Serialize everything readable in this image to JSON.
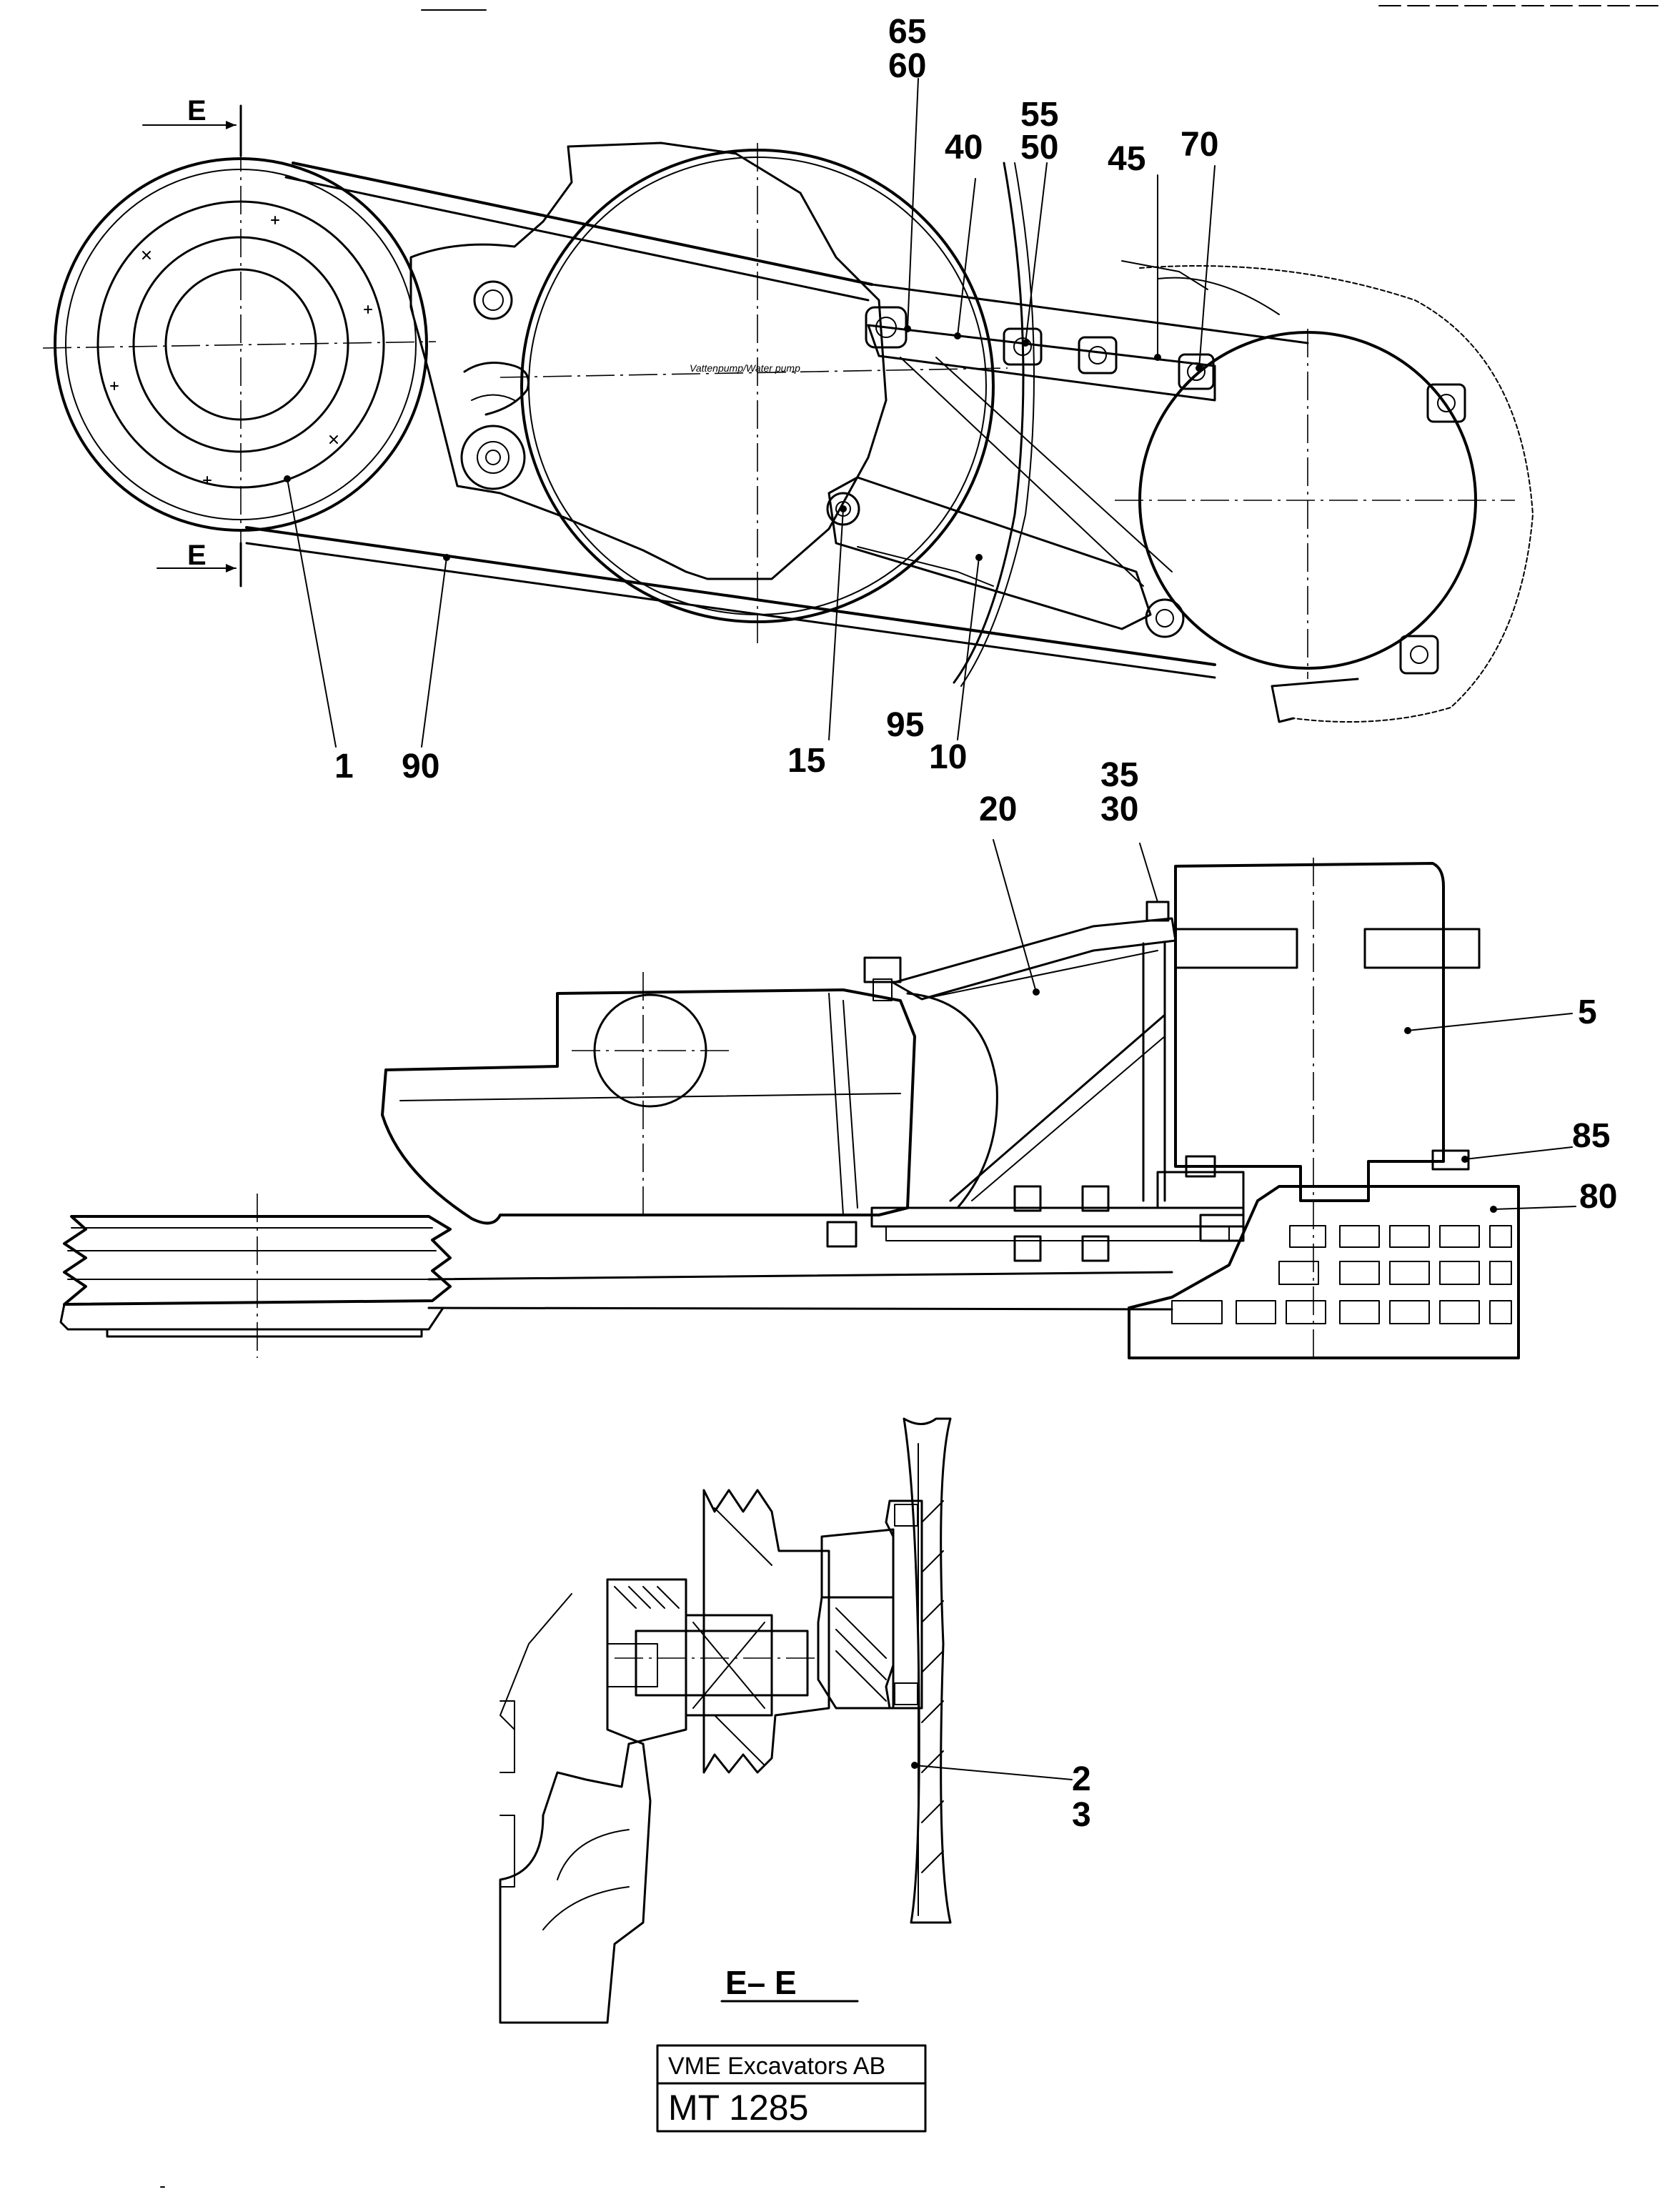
{
  "drawing": {
    "part_labels": [
      {
        "id": "1",
        "text": "1"
      },
      {
        "id": "90",
        "text": "90"
      },
      {
        "id": "15",
        "text": "15"
      },
      {
        "id": "95",
        "text": "95"
      },
      {
        "id": "10",
        "text": "10"
      },
      {
        "id": "65",
        "text": "65"
      },
      {
        "id": "60",
        "text": "60"
      },
      {
        "id": "40",
        "text": "40"
      },
      {
        "id": "55",
        "text": "55"
      },
      {
        "id": "50",
        "text": "50"
      },
      {
        "id": "45",
        "text": "45"
      },
      {
        "id": "70",
        "text": "70"
      },
      {
        "id": "20",
        "text": "20"
      },
      {
        "id": "35",
        "text": "35"
      },
      {
        "id": "30",
        "text": "30"
      },
      {
        "id": "5",
        "text": "5"
      },
      {
        "id": "85",
        "text": "85"
      },
      {
        "id": "80",
        "text": "80"
      },
      {
        "id": "2",
        "text": "2"
      },
      {
        "id": "3",
        "text": "3"
      }
    ],
    "section_marks": {
      "top": "E",
      "bottom": "E"
    },
    "section_title": "E– E",
    "water_pump_text": "Vattenpump/Water pump"
  },
  "title_block": {
    "company": "VME Excavators AB",
    "drawing_number": "MT 1285"
  }
}
